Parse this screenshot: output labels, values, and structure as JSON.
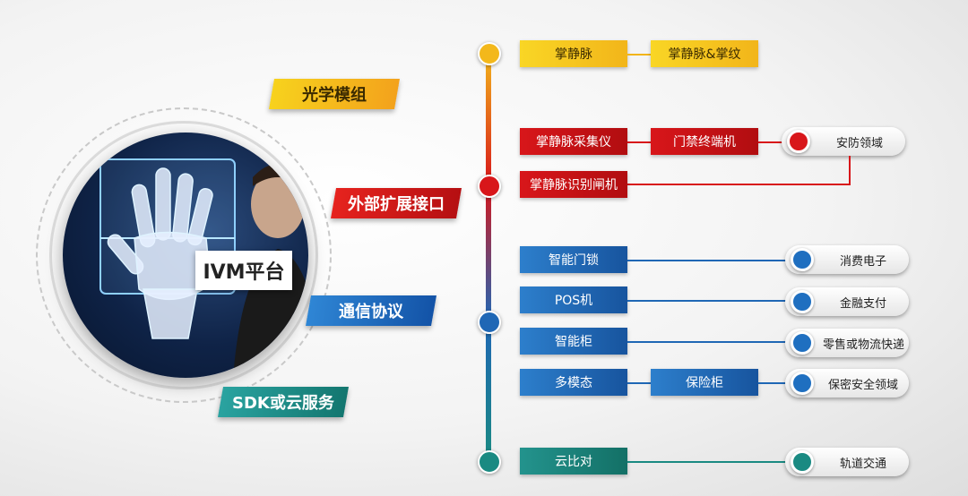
{
  "center_label": "IVM平台",
  "tags": {
    "optical": "光学模组",
    "external": "外部扩展接口",
    "communication": "通信协议",
    "sdk": "SDK或云服务"
  },
  "rows": {
    "palm_vein": {
      "primary": "掌静脉",
      "secondary": "掌静脉&掌纹"
    },
    "collector": {
      "primary": "掌静脉采集仪",
      "secondary": "门禁终端机",
      "pill": "安防领域"
    },
    "gate": {
      "primary": "掌静脉识别闸机"
    },
    "smart_lock": {
      "primary": "智能门锁",
      "pill": "消费电子"
    },
    "pos": {
      "primary": "POS机",
      "pill": "金融支付"
    },
    "cabinet": {
      "primary": "智能柜",
      "pill": "零售或物流快递"
    },
    "multimodal": {
      "primary": "多模态",
      "secondary": "保险柜",
      "pill": "保密安全领域"
    },
    "cloud": {
      "primary": "云比对",
      "pill": "轨道交通"
    }
  },
  "colors": {
    "yellow": "#f2b51a",
    "red": "#d8161a",
    "blue": "#1f67b5",
    "teal": "#1a8a82",
    "knob_red": "#d8161a",
    "knob_blue": "#1f6fc0",
    "knob_teal": "#1a8a82"
  }
}
